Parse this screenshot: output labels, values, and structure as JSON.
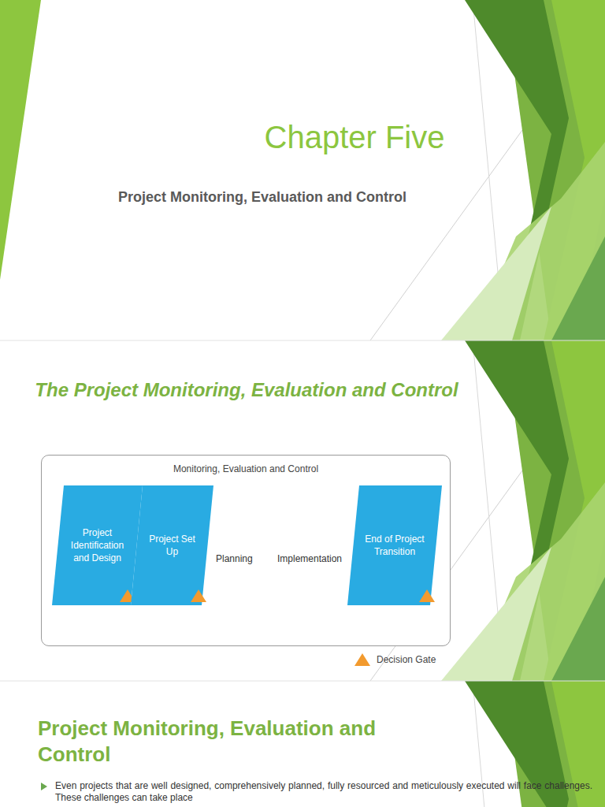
{
  "diagram": {
    "title": "Chapter Five",
    "nodes": [
      {
        "text": [
          "Monitoring, Evaluation and Control"
        ]
      },
      {
        "text": [
          "Project Identification and Design"
        ],
        "in": 0
      },
      {
        "text": [
          "Project Set Up"
        ],
        "in": 0
      },
      {
        "text": [
          "Planning"
        ],
        "in": 0
      },
      {
        "text": [
          "Implementation"
        ],
        "in": 0
      },
      {
        "text": [
          "End of Project Transition"
        ],
        "in": 0
      }
    ],
    "edges": [
      {
        "from": 3,
        "to": 4,
        "arrow": "to"
      },
      {
        "from": 4,
        "to": 3,
        "arrow": "to"
      }
    ],
    "labels": [
      "Project Monitoring, Evaluation and Control",
      "The Project Monitoring, Evaluation and Control",
      "Project Monitoring, Evaluation and Control",
      "Even projects that are well designed, comprehensively planned, fully resourced and meticulously executed will face challenges. These challenges can take place"
    ],
    "legend": [
      {
        "text": "Decision Gate"
      }
    ]
  }
}
